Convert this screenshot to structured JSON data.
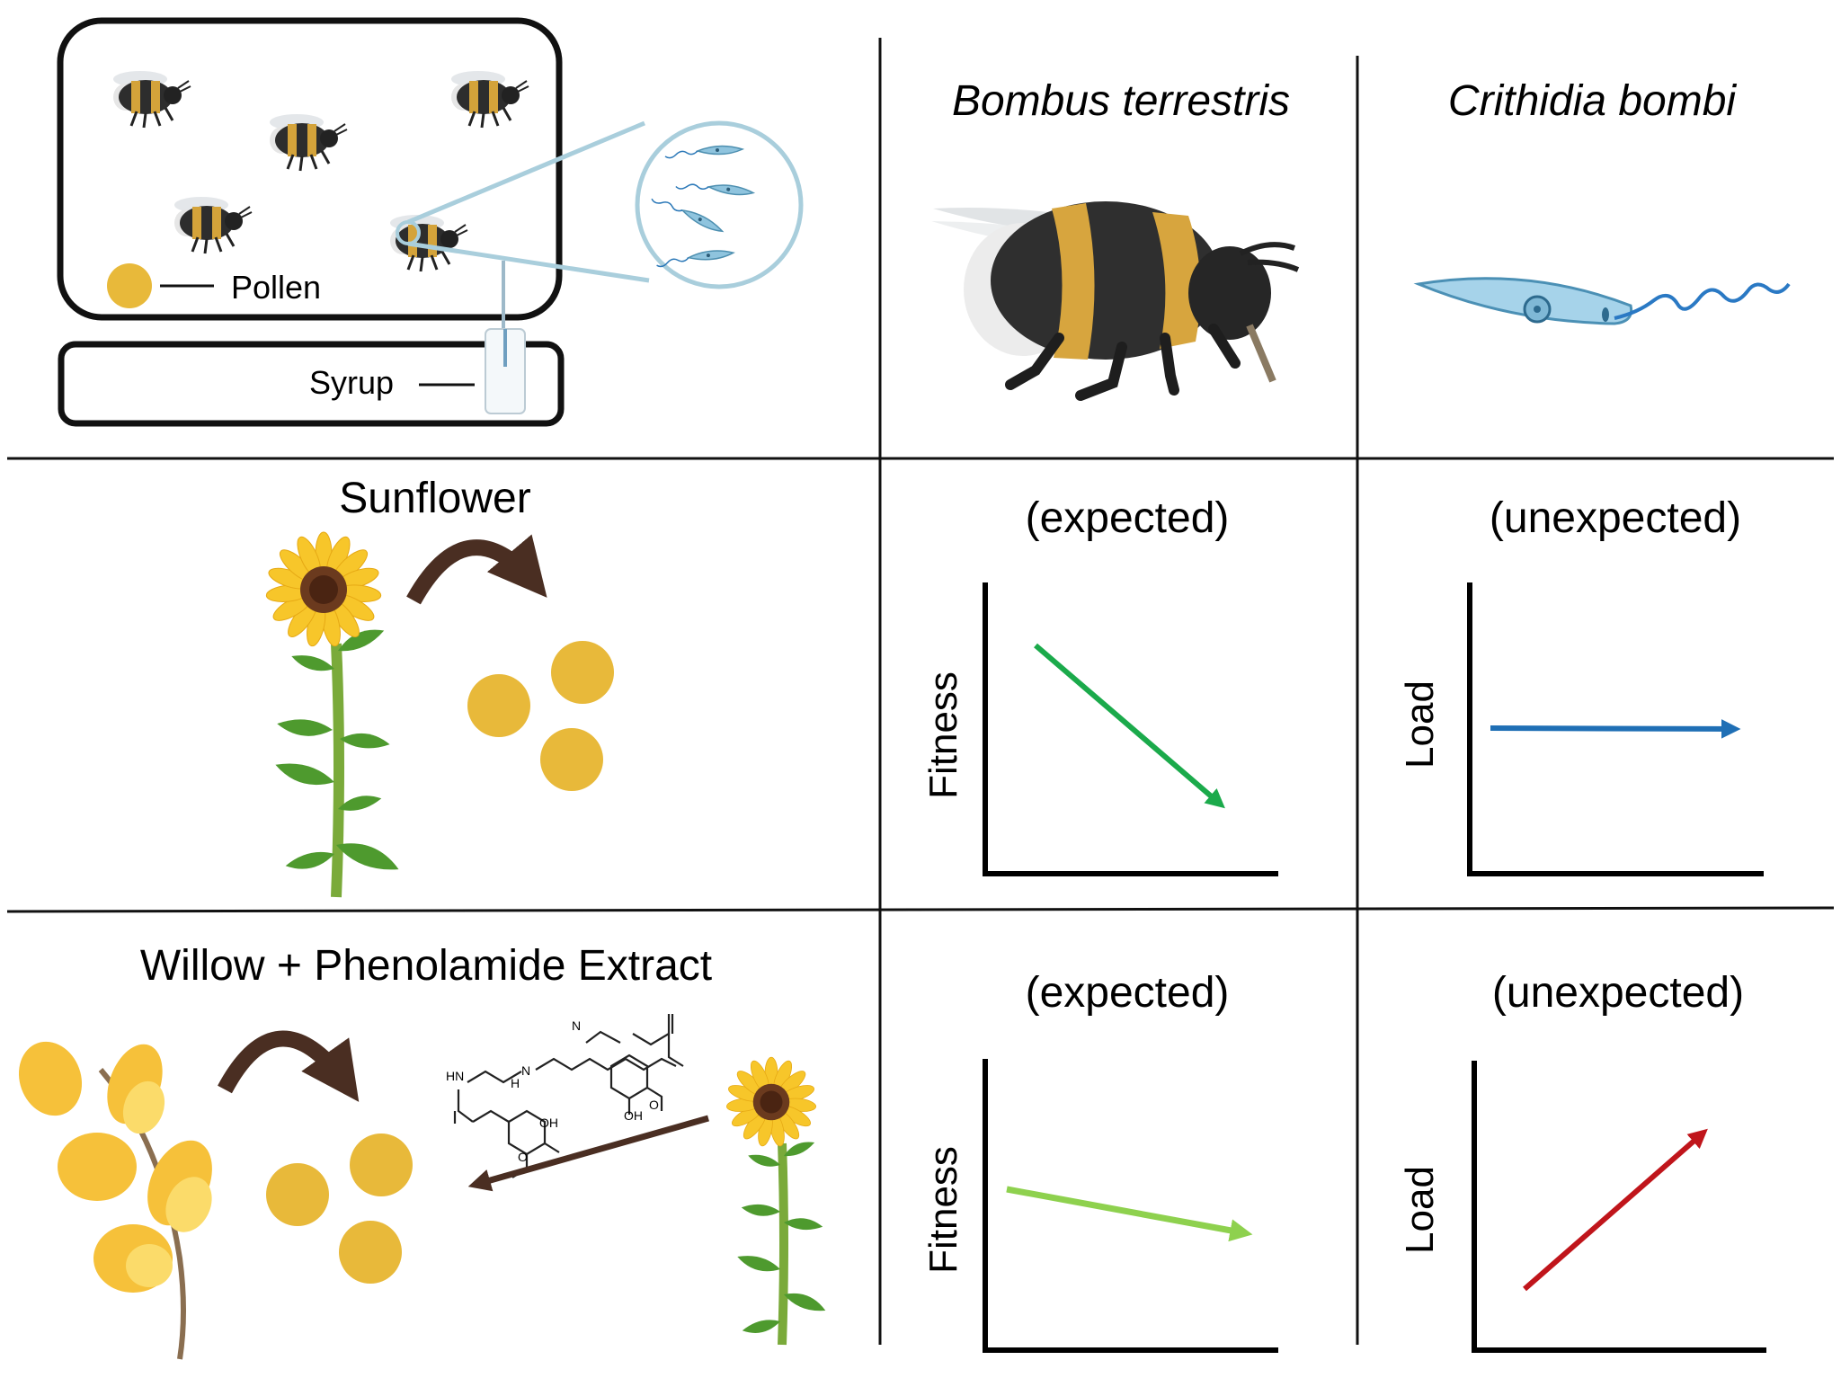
{
  "setup": {
    "pollen_label": "Pollen",
    "syrup_label": "Syrup"
  },
  "columns": {
    "bee": "Bombus terrestris",
    "parasite": "Crithidia bombi"
  },
  "rows": {
    "sunflower": {
      "label": "Sunflower",
      "bee_caption": "(expected)",
      "parasite_caption": "(unexpected)",
      "bee_axis": "Fitness",
      "parasite_axis": "Load"
    },
    "willow": {
      "label": "Willow + Phenolamide Extract",
      "bee_caption": "(expected)",
      "parasite_caption": "(unexpected)",
      "bee_axis": "Fitness",
      "parasite_axis": "Load"
    }
  },
  "molecule_labels": {
    "hn": "HN",
    "nh_top": "N",
    "h": "H",
    "n_h": "N",
    "oh1": "OH",
    "oh2": "OH",
    "o1": "O",
    "o2": "O"
  },
  "colors": {
    "pollen": "#E8B93A",
    "bee_down_arrow": "#1BAA4B",
    "parasite_flat_arrow": "#1F6FB5",
    "bee_slight_down_arrow": "#8ED14E",
    "parasite_up_arrow": "#C0151B",
    "curved_arrow": "#4A2E22",
    "frame": "#1a1a1a",
    "magnifier": "#A9CEDC"
  },
  "icons": {
    "bee": "bumblebee-icon",
    "parasite": "trypanosomatid-icon",
    "sunflower": "sunflower-icon",
    "willow": "willow-branch-icon"
  }
}
